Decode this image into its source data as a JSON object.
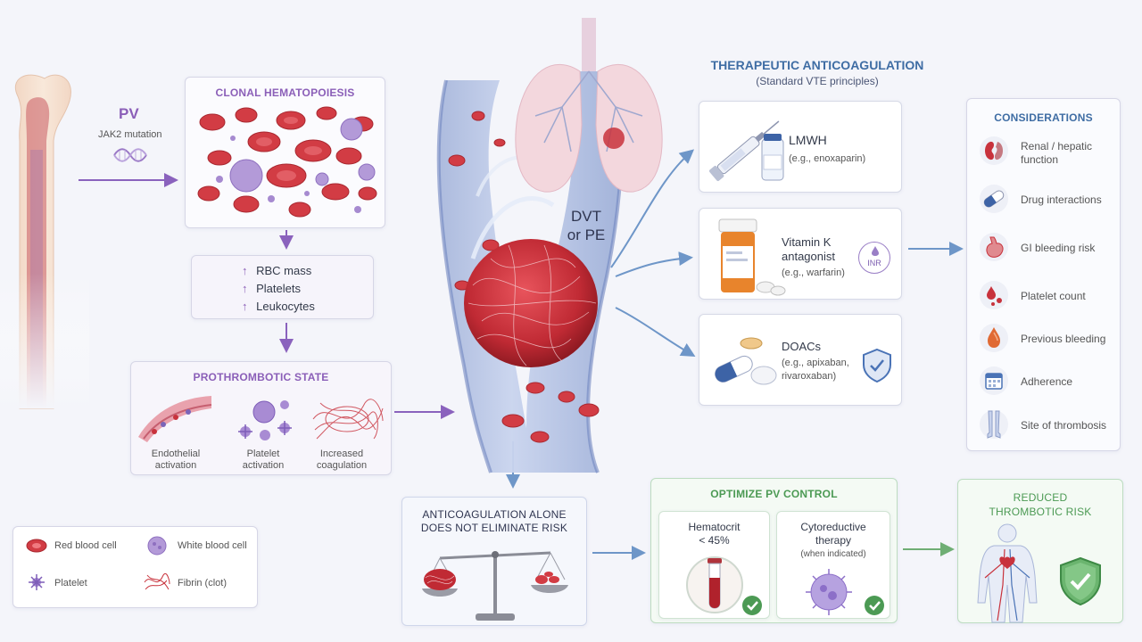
{
  "pv": {
    "title": "PV",
    "mutation": "JAK2 mutation"
  },
  "clonal": {
    "title": "CLONAL HEMATOPOIESIS"
  },
  "increases": {
    "arrow_glyph": "↑",
    "items": [
      "RBC mass",
      "Platelets",
      "Leukocytes"
    ]
  },
  "prothrombotic": {
    "title": "PROTHROMBOTIC STATE",
    "items": [
      {
        "line1": "Endothelial",
        "line2": "activation"
      },
      {
        "line1": "Platelet",
        "line2": "activation"
      },
      {
        "line1": "Increased",
        "line2": "coagulation"
      }
    ]
  },
  "legend": {
    "items": [
      "Red blood cell",
      "White blood cell",
      "Platelet",
      "Fibrin (clot)"
    ]
  },
  "dvt": {
    "line1": "DVT",
    "line2": "or PE"
  },
  "anticoag_alone": {
    "line1": "ANTICOAGULATION ALONE",
    "line2": "DOES NOT ELIMINATE RISK"
  },
  "therapeutic": {
    "title": "THERAPEUTIC ANTICOAGULATION",
    "subtitle": "(Standard VTE principles)",
    "drugs": [
      {
        "name": "LMWH",
        "name2": "",
        "example": "(e.g., enoxaparin)",
        "example2": ""
      },
      {
        "name": "Vitamin K",
        "name2": "antagonist",
        "example": "(e.g., warfarin)",
        "example2": ""
      },
      {
        "name": "DOACs",
        "name2": "",
        "example": "(e.g., apixaban,",
        "example2": "rivaroxaban)"
      }
    ],
    "inr_badge": "INR"
  },
  "considerations": {
    "title": "CONSIDERATIONS",
    "items": [
      {
        "label": "Renal / hepatic",
        "label2": "function",
        "icon": "kidney-icon"
      },
      {
        "label": "Drug interactions",
        "label2": "",
        "icon": "pill-icon"
      },
      {
        "label": "GI bleeding risk",
        "label2": "",
        "icon": "stomach-icon"
      },
      {
        "label": "Platelet count",
        "label2": "",
        "icon": "blood-drops-icon"
      },
      {
        "label": "Previous bleeding",
        "label2": "",
        "icon": "blood-drop-icon"
      },
      {
        "label": "Adherence",
        "label2": "",
        "icon": "calendar-icon"
      },
      {
        "label": "Site of thrombosis",
        "label2": "",
        "icon": "legs-icon"
      }
    ]
  },
  "optimize": {
    "title": "OPTIMIZE PV CONTROL",
    "hematocrit": {
      "line1": "Hematocrit",
      "line2": "< 45%"
    },
    "cyto": {
      "line1": "Cytoreductive",
      "line2": "therapy",
      "line3": "(when indicated)"
    }
  },
  "reduced": {
    "line1": "REDUCED",
    "line2": "THROMBOTIC RISK"
  },
  "colors": {
    "purple_accent": "#8b5fb8",
    "blue_accent": "#3f6da4",
    "green_accent": "#4c9a54",
    "red_cell": "#c8323c",
    "arrow_purple": "#8a62bd",
    "arrow_blue": "#6e96c8",
    "arrow_green": "#6fae74"
  }
}
